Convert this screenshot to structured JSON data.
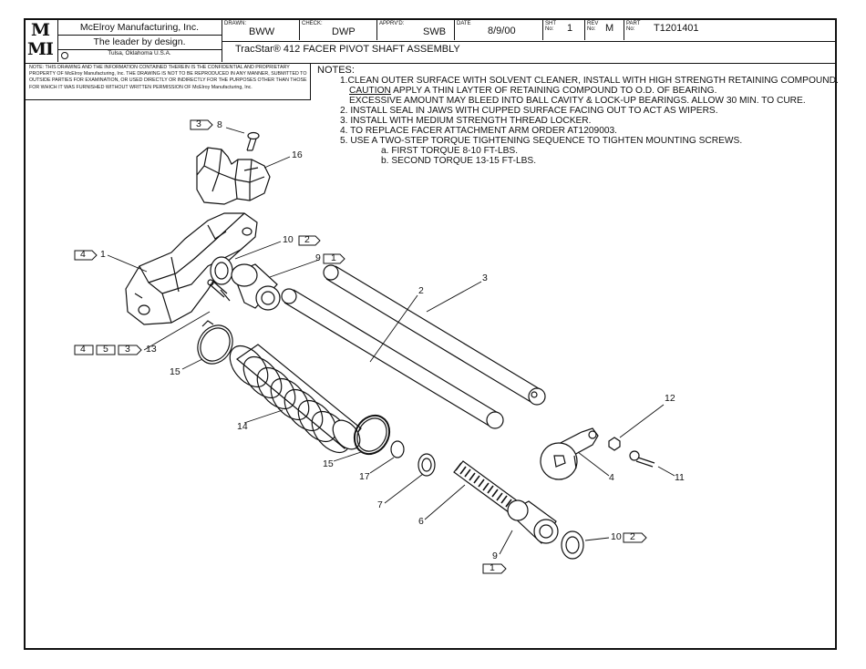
{
  "title_block": {
    "logo_line1": "M",
    "logo_line2": "MI",
    "company": "McElroy Manufacturing, Inc.",
    "slogan": "The leader by design.",
    "location": "Tulsa, Oklahoma U.S.A.",
    "drawn_label": "DRAWN:",
    "drawn_value": "BWW",
    "check_label": "CHECK:",
    "check_value": "DWP",
    "apprvd_label": "APPRV'D:",
    "apprvd_value": "SWB",
    "date_label": "DATE",
    "date_value": "8/9/00",
    "sht_label": "SHT No:",
    "sht_value": "1",
    "rev_label": "REV No:",
    "rev_value": "M",
    "part_label": "PART No:",
    "part_value": "T1201401",
    "drawing_title": "TracStar® 412 FACER PIVOT SHAFT ASSEMBLY"
  },
  "confidential_note": "NOTE: THIS DRAWING AND THE INFORMATION CONTAINED THEREIN IS THE CONFIDENTIAL AND PROPRIETARY PROPERTY OF McElroy Manufacturing, Inc. THE DRAWING IS NOT TO BE REPRODUCED IN ANY MANNER, SUBMITTED TO OUTSIDE PARTIES FOR EXAMINATION, OR USED DIRECTLY OR INDIRECTLY FOR THE PURPOSES OTHER THAN THOSE FOR WHICH IT WAS FURNISHED WITHOUT WRITTEN PERMISSION OF McElroy Manufacturing, Inc.",
  "notes": {
    "heading": "NOTES:",
    "n1": "1.CLEAN OUTER SURFACE WITH SOLVENT CLEANER, INSTALL WITH HIGH STRENGTH RETAINING COMPOUND.",
    "n1_caution": "CAUTION",
    "n1_b": " APPLY A THIN LAYTER OF RETAINING COMPOUND TO O.D. OF BEARING.",
    "n1_c": "EXCESSIVE AMOUNT MAY BLEED INTO BALL CAVITY & LOCK-UP BEARINGS. ALLOW 30 MIN. TO CURE.",
    "n2": "2. INSTALL SEAL IN JAWS WITH CUPPED SURFACE FACING OUT TO ACT AS WIPERS.",
    "n3": "3. INSTALL WITH MEDIUM STRENGTH THREAD LOCKER.",
    "n4": "4. TO REPLACE FACER ATTACHMENT ARM ORDER AT1209003.",
    "n5": "5. USE A TWO-STEP TORQUE TIGHTENING SEQUENCE TO TIGHTEN MOUNTING SCREWS.",
    "n5a": "a. FIRST TORQUE 8-10 FT-LBS.",
    "n5b": "b. SECOND TORQUE 13-15 FT-LBS."
  },
  "callouts": {
    "p1": "1",
    "p2": "2",
    "p3": "3",
    "p4": "4",
    "p6": "6",
    "p7": "7",
    "p8": "8",
    "p9a": "9",
    "p9b": "9",
    "p10a": "10",
    "p10b": "10",
    "p11": "11",
    "p12": "12",
    "p13": "13",
    "p14": "14",
    "p15a": "15",
    "p15b": "15",
    "p16": "16",
    "p17": "17"
  },
  "note_flags": {
    "f8": "3",
    "f1": "4",
    "f10a": "2",
    "f9a": "1",
    "f13a": "4",
    "f13b": "5",
    "f13c": "3",
    "f10b": "2",
    "f9b": "1"
  }
}
